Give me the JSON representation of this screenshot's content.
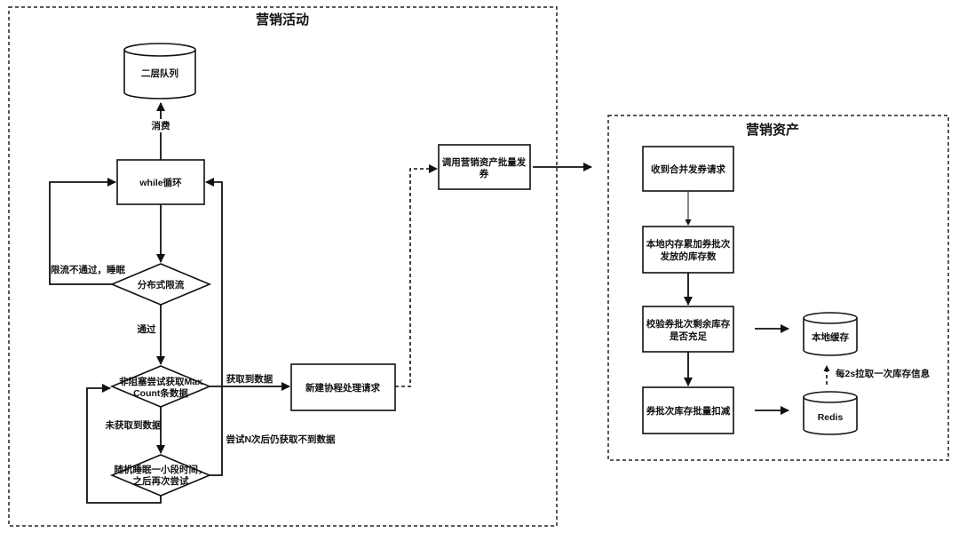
{
  "marketing_activity": {
    "title": "营销活动",
    "queue": "二层队列",
    "consume_label": "消费",
    "while_loop": "while循环",
    "rate_limit": "分布式限流",
    "rate_limit_fail_label": "限流不通过，睡眠",
    "pass_label": "通过",
    "fetch_line1": "非阻塞尝试获取Max",
    "fetch_line2": "Count条数据",
    "got_data_label": "获取到数据",
    "new_coroutine": "新建协程处理请求",
    "no_data_label": "未获取到数据",
    "sleep_line1": "随机睡眠一小段时间，",
    "sleep_line2": "之后再次尝试",
    "retry_fail_label": "尝试N次后仍获取不到数据",
    "call_line1": "调用营销资产批量发",
    "call_line2": "券"
  },
  "marketing_assets": {
    "title": "营销资产",
    "receive": "收到合并发券请求",
    "accumulate_line1": "本地内存累加券批次",
    "accumulate_line2": "发放的库存数",
    "check_line1": "校验券批次剩余库存",
    "check_line2": "是否充足",
    "deduct": "券批次库存批量扣减",
    "local_cache": "本地缓存",
    "redis": "Redis",
    "sync_label": "每2s拉取一次库存信息"
  }
}
